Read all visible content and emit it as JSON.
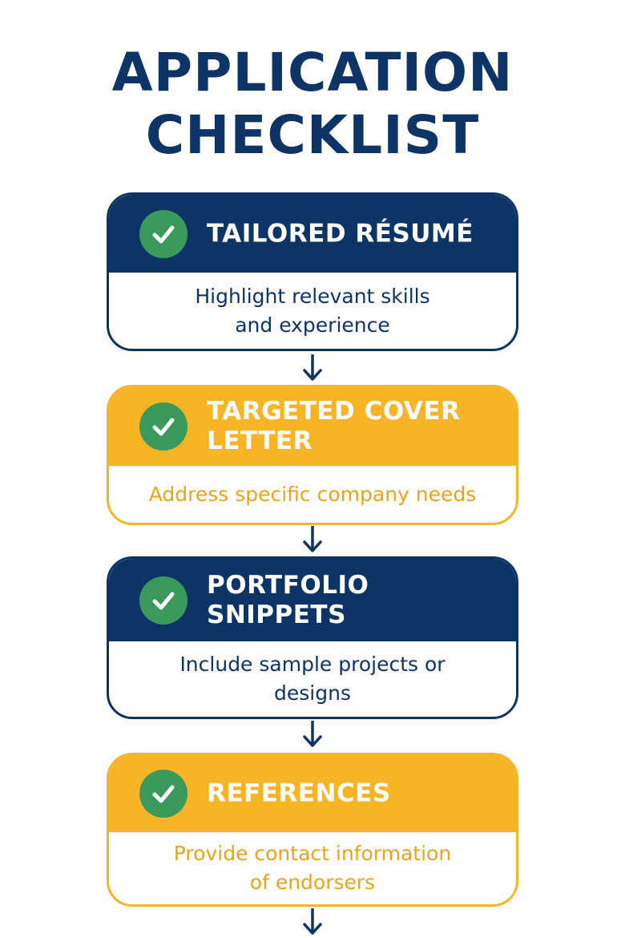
{
  "title": {
    "line1": "APPLICATION",
    "line2": "CHECKLIST"
  },
  "colors": {
    "navy": "#0c3566",
    "amber": "#f6b426",
    "check_green": "#3a9a5b"
  },
  "steps": [
    {
      "title_lines": [
        "TAILORED RÉSUMÉ"
      ],
      "body_lines": [
        "Highlight relevant skills",
        "and experience"
      ],
      "theme": "navy",
      "icon": "check-circle-icon"
    },
    {
      "title_lines": [
        "TARGETED COVER",
        "LETTER"
      ],
      "body_lines": [
        "Address specific company needs"
      ],
      "theme": "amber",
      "icon": "check-circle-icon"
    },
    {
      "title_lines": [
        "PORTFOLIO",
        "SNIPPETS"
      ],
      "body_lines": [
        "Include sample projects or",
        "designs"
      ],
      "theme": "navy",
      "icon": "check-circle-icon"
    },
    {
      "title_lines": [
        "REFERENCES"
      ],
      "body_lines": [
        "Provide contact information",
        "of endorsers"
      ],
      "theme": "amber",
      "icon": "check-circle-icon"
    }
  ]
}
